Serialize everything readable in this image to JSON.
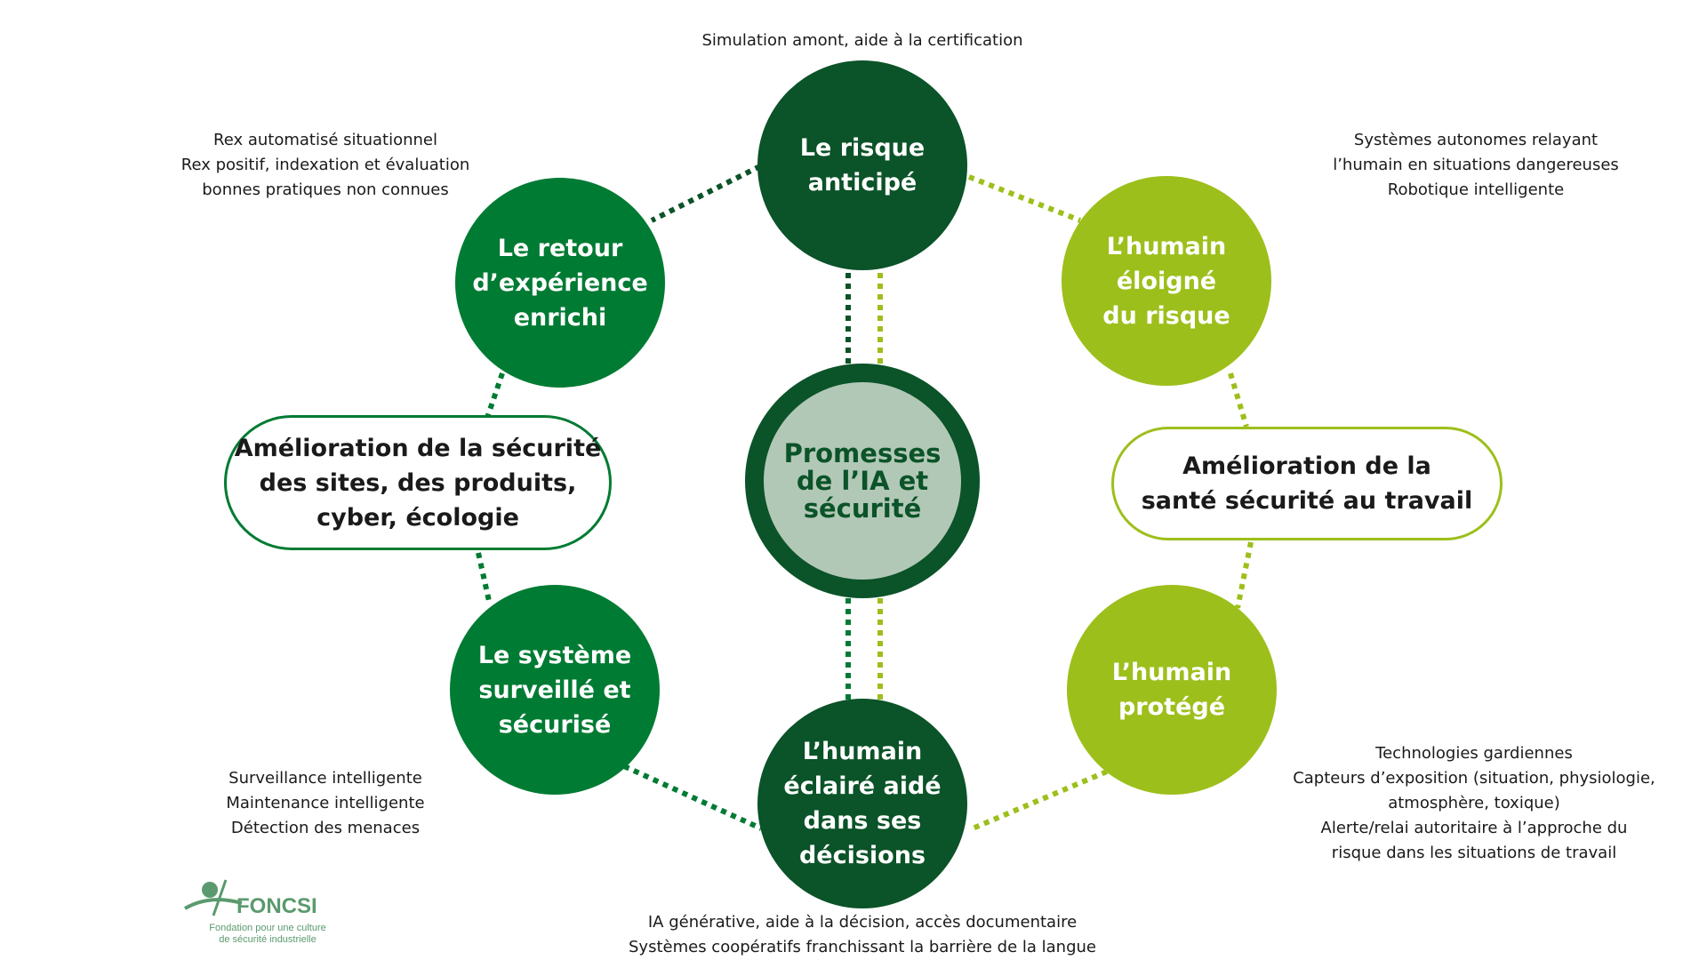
{
  "colors": {
    "dark_green": "#0b5328",
    "mid_green": "#007b33",
    "lime_green": "#9dbf1b",
    "center_fill": "#b2c8b7",
    "logo_green": "#5a9a6e"
  },
  "center": {
    "label": "Promesses\nde l’IA et\nsécurité"
  },
  "nodes": {
    "top": "Le risque\nanticipé",
    "upper_left": "Le retour\nd’expérience\nenrichi",
    "upper_right": "L’humain\néloigné\ndu risque",
    "lower_left": "Le système\nsurveillé et\nsécurisé",
    "lower_right": "L’humain\nprotégé",
    "bottom": "L’humain\néclairé aidé\ndans ses\ndécisions"
  },
  "pills": {
    "left": "Amélioration de la sécurité\ndes sites, des produits,\ncyber, écologie",
    "right": "Amélioration de la\nsanté sécurité au travail"
  },
  "notes": {
    "top": "Simulation amont, aide à la certification",
    "upper_left": "Rex automatisé situationnel\nRex positif, indexation et évaluation\nbonnes pratiques non connues",
    "upper_right": "Systèmes autonomes relayant\nl’humain en situations dangereuses\nRobotique intelligente",
    "lower_left": "Surveillance intelligente\nMaintenance intelligente\nDétection des menaces",
    "lower_right": "Technologies gardiennes\nCapteurs d’exposition (situation, physiologie,\natmosphère, toxique)\nAlerte/relai autoritaire à l’approche du\nrisque dans les situations de travail",
    "bottom": "IA générative, aide à la décision, accès documentaire\nSystèmes coopératifs franchissant la barrière de la langue"
  },
  "logo": {
    "name": "FONCSI",
    "tagline": "Fondation pour une culture\nde sécurité industrielle"
  }
}
